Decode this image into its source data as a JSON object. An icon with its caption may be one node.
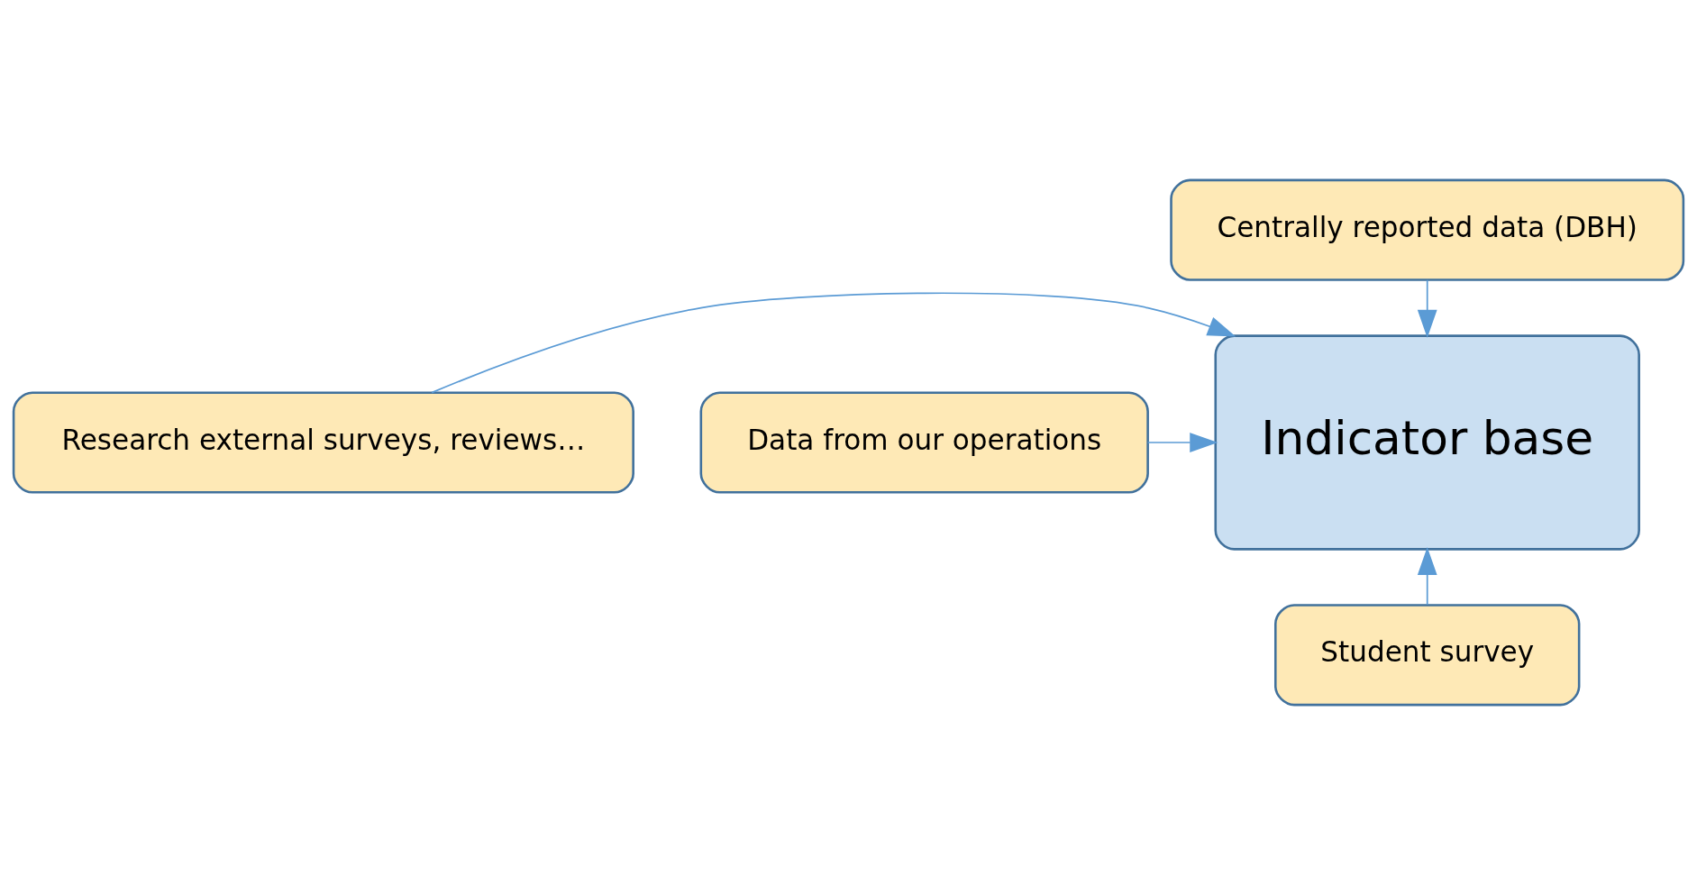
{
  "diagram": {
    "nodes": [
      {
        "text": [
          "Centrally reported data (DBH)"
        ]
      },
      {
        "text": [
          "Research external surveys, reviews…"
        ]
      },
      {
        "text": [
          "Indicator base"
        ]
      },
      {
        "text": [
          "Data from our operations"
        ]
      },
      {
        "text": [
          "Student survey"
        ]
      }
    ],
    "edges": [
      {
        "from": 0,
        "to": 2,
        "arrow": "to"
      },
      {
        "from": 1,
        "to": 2,
        "arrow": "to"
      },
      {
        "from": 3,
        "to": 2,
        "arrow": "to"
      },
      {
        "from": 4,
        "to": 2,
        "arrow": "to"
      }
    ]
  }
}
